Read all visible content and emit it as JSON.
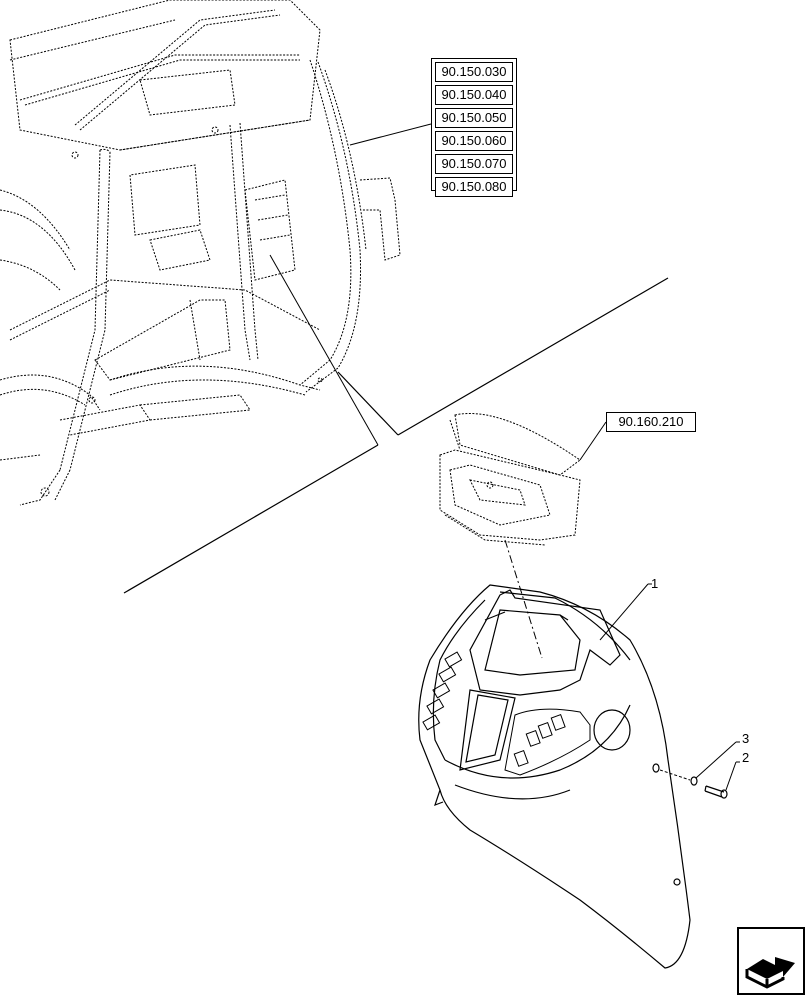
{
  "references": {
    "cab_group": [
      "90.150.030",
      "90.150.040",
      "90.150.050",
      "90.150.060",
      "90.150.070",
      "90.150.080"
    ],
    "console_ref": "90.160.210"
  },
  "callouts": {
    "item1": "1",
    "item2": "2",
    "item3": "3"
  },
  "icons": {
    "nav": "next-page-arrow-icon"
  },
  "colors": {
    "line": "#000000",
    "background": "#ffffff"
  }
}
